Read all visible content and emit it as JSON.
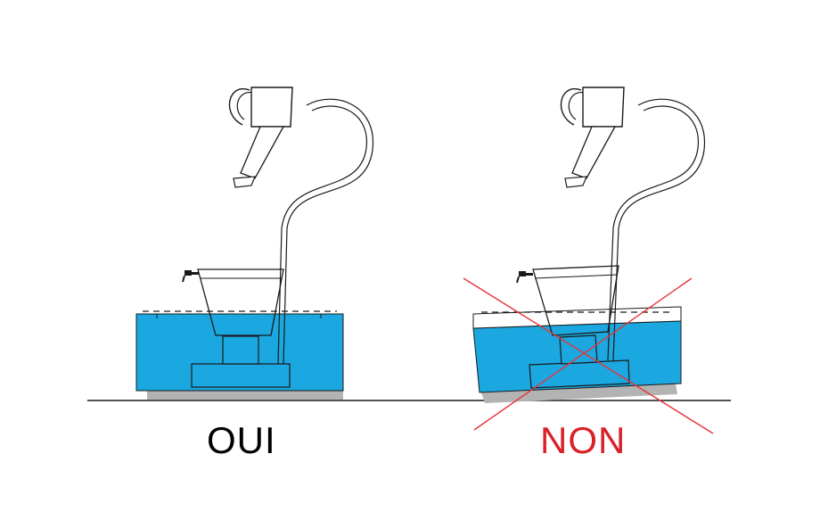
{
  "captions": {
    "correct": "OUI",
    "incorrect": "NON"
  },
  "colors": {
    "water": "#1ba7df",
    "ground_shadow": "#b3b3b3",
    "outline": "#1a1a1a",
    "cross": "#e8343a",
    "caption_correct": "#000000",
    "caption_incorrect": "#d92128"
  },
  "illustrations": [
    {
      "id": "correct",
      "label_key": "correct",
      "base": "level"
    },
    {
      "id": "incorrect",
      "label_key": "incorrect",
      "base": "tilted",
      "crossed_out": true
    }
  ],
  "icons": {
    "watering_can": "watering-can-icon",
    "tap": "tap-icon",
    "filter_jug": "filter-jug-icon",
    "cross_mark": "cross-mark-icon"
  }
}
